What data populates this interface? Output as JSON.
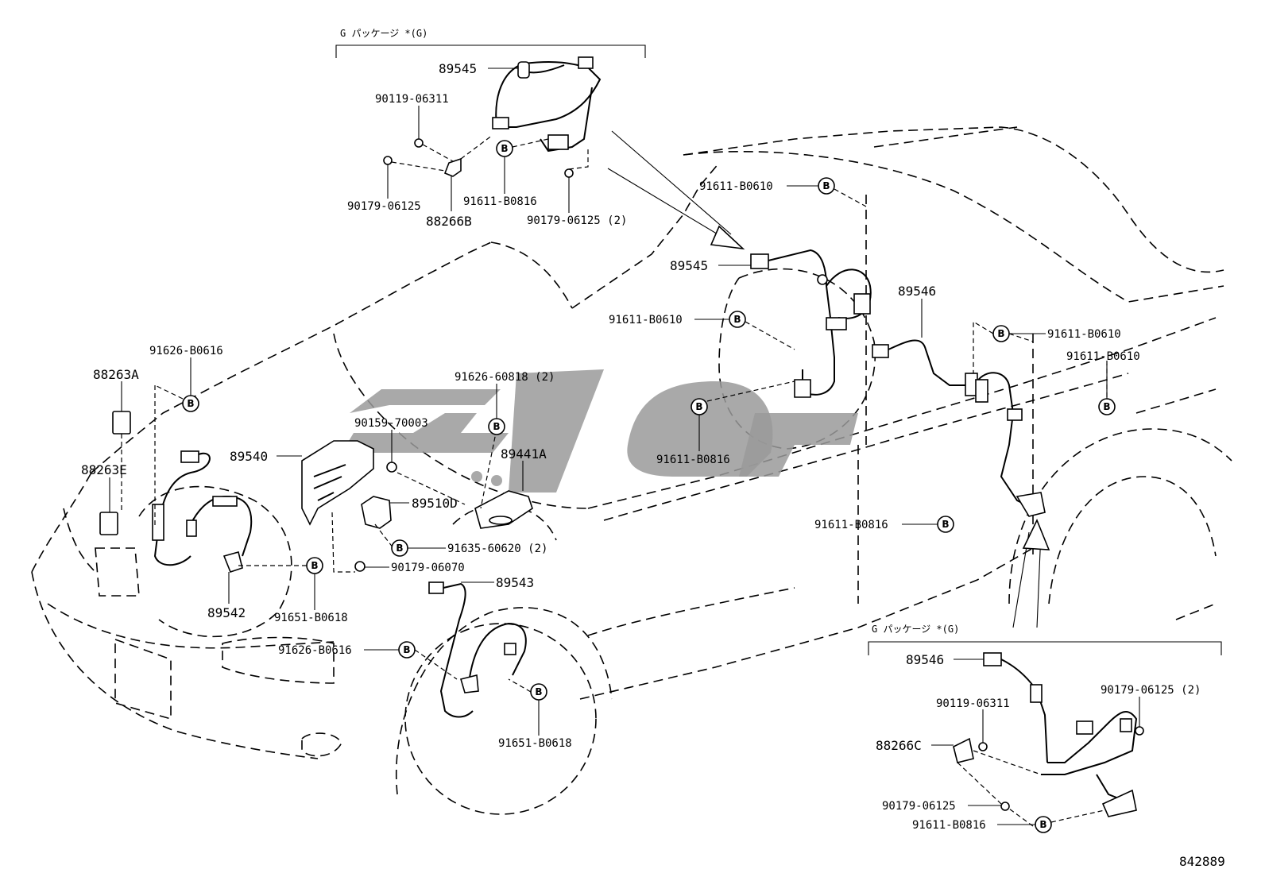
{
  "headers": {
    "top_package": "G パッケージ *(G)",
    "bottom_package": "G パッケージ *(G)"
  },
  "diagram_number": "842889",
  "bolt_symbol": "B",
  "labels": {
    "l89545_top": "89545",
    "l90119_top": "90119-06311",
    "l90179_top": "90179-06125",
    "l88266B": "88266B",
    "l91611_B0816_top": "91611-B0816",
    "l90179_2_top": "90179-06125 (2)",
    "l91611_B0610_a": "91611-B0610",
    "l89545_mid": "89545",
    "l91611_B0610_b": "91611-B0610",
    "l89546_mid": "89546",
    "l91611_B0610_c": "91611-B0610",
    "l91611_B0610_d": "91611-B0610",
    "l91611_B0816_mid": "91611-B0816",
    "l91611_B0816_right": "91611-B0816",
    "l91626_B0616_left": "91626-B0616",
    "l88263A": "88263A",
    "l88263E": "88263E",
    "l91626_60818": "91626-60818 (2)",
    "l90159": "90159-70003",
    "l89540": "89540",
    "l89441A": "89441A",
    "l89510D": "89510D",
    "l91635": "91635-60620 (2)",
    "l90179_06070": "90179-06070",
    "l89543": "89543",
    "l89542": "89542",
    "l91651_left": "91651-B0618",
    "l91626_B0616_bottom": "91626-B0616",
    "l91651_bottom": "91651-B0618",
    "l89546_bot": "89546",
    "l90179_2_bot": "90179-06125 (2)",
    "l90119_bot": "90119-06311",
    "l88266C": "88266C",
    "l90179_bot": "90179-06125",
    "l91611_B0816_bot": "91611-B0816"
  }
}
